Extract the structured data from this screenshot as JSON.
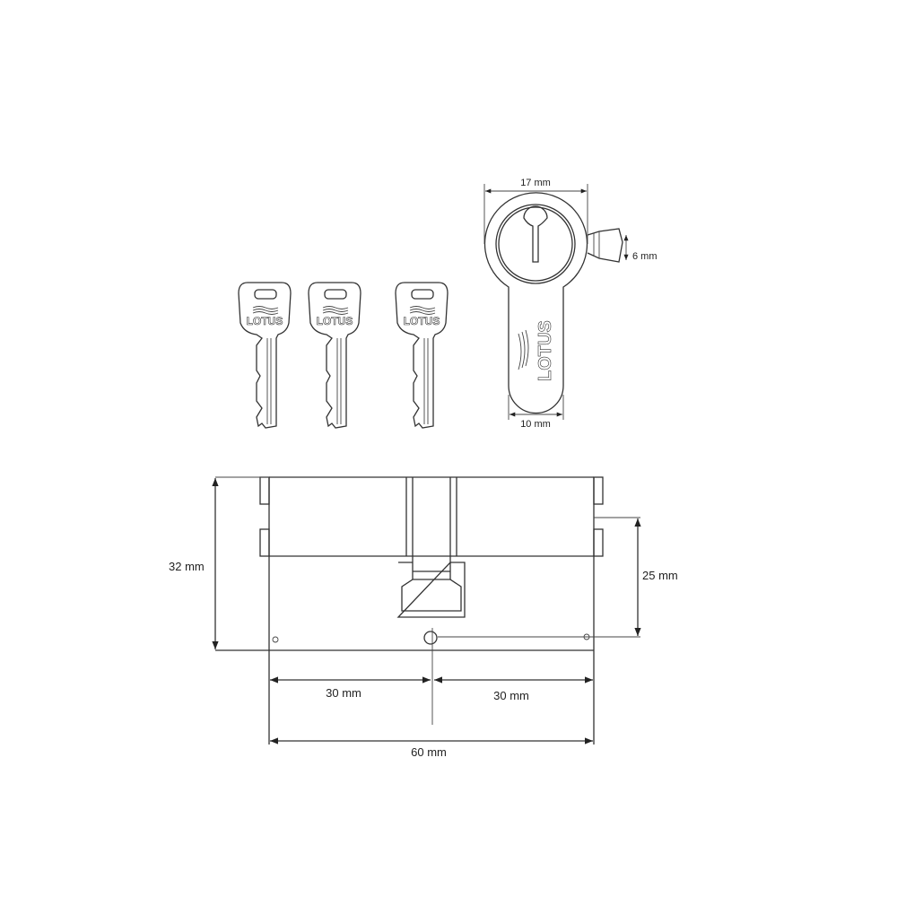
{
  "brand": "LOTUS",
  "dimensions": {
    "profile_width": "17 mm",
    "cam_width": "6 mm",
    "profile_bottom_width": "10 mm",
    "height": "32 mm",
    "cam_height": "25 mm",
    "left_length": "30 mm",
    "right_length": "30 mm",
    "total_length": "60 mm"
  },
  "keys_count": 3,
  "line_color": "#333333"
}
